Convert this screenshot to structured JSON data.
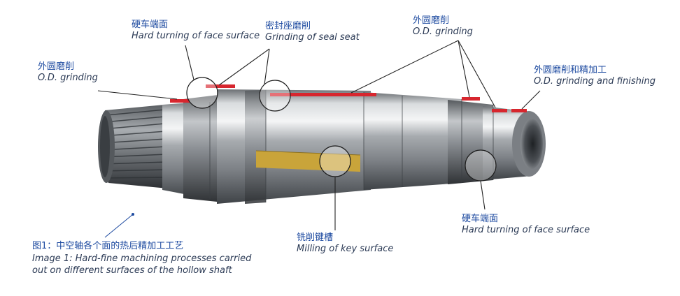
{
  "labels": {
    "hard_turning_face_top": {
      "zh": "硬车端面",
      "en": "Hard turning of face surface"
    },
    "grinding_seal_seat": {
      "zh": "密封座磨削",
      "en": "Grinding of seal seat"
    },
    "od_grinding_right": {
      "zh": "外圆磨削",
      "en": "O.D. grinding"
    },
    "od_grinding_left": {
      "zh": "外圆磨削",
      "en": "O.D. grinding"
    },
    "od_grinding_finishing": {
      "zh": "外圆磨削和精加工",
      "en": "O.D. grinding and finishing"
    },
    "milling_key_surface": {
      "zh": "铣削键槽",
      "en": "Milling of key surface"
    },
    "hard_turning_face_bottom": {
      "zh": "硬车端面",
      "en": "Hard turning of face surface"
    }
  },
  "caption": {
    "zh": "图1：中空轴各个面的热后精加工工艺",
    "en_line1": "Image 1: Hard-fine machining processes carried",
    "en_line2": "out on different surfaces of the hollow shaft"
  },
  "colors": {
    "highlight_red": "#d7262e",
    "key_slot": "#c9a43a",
    "leader": "#222222",
    "label_blue": "#1d4aa0"
  }
}
